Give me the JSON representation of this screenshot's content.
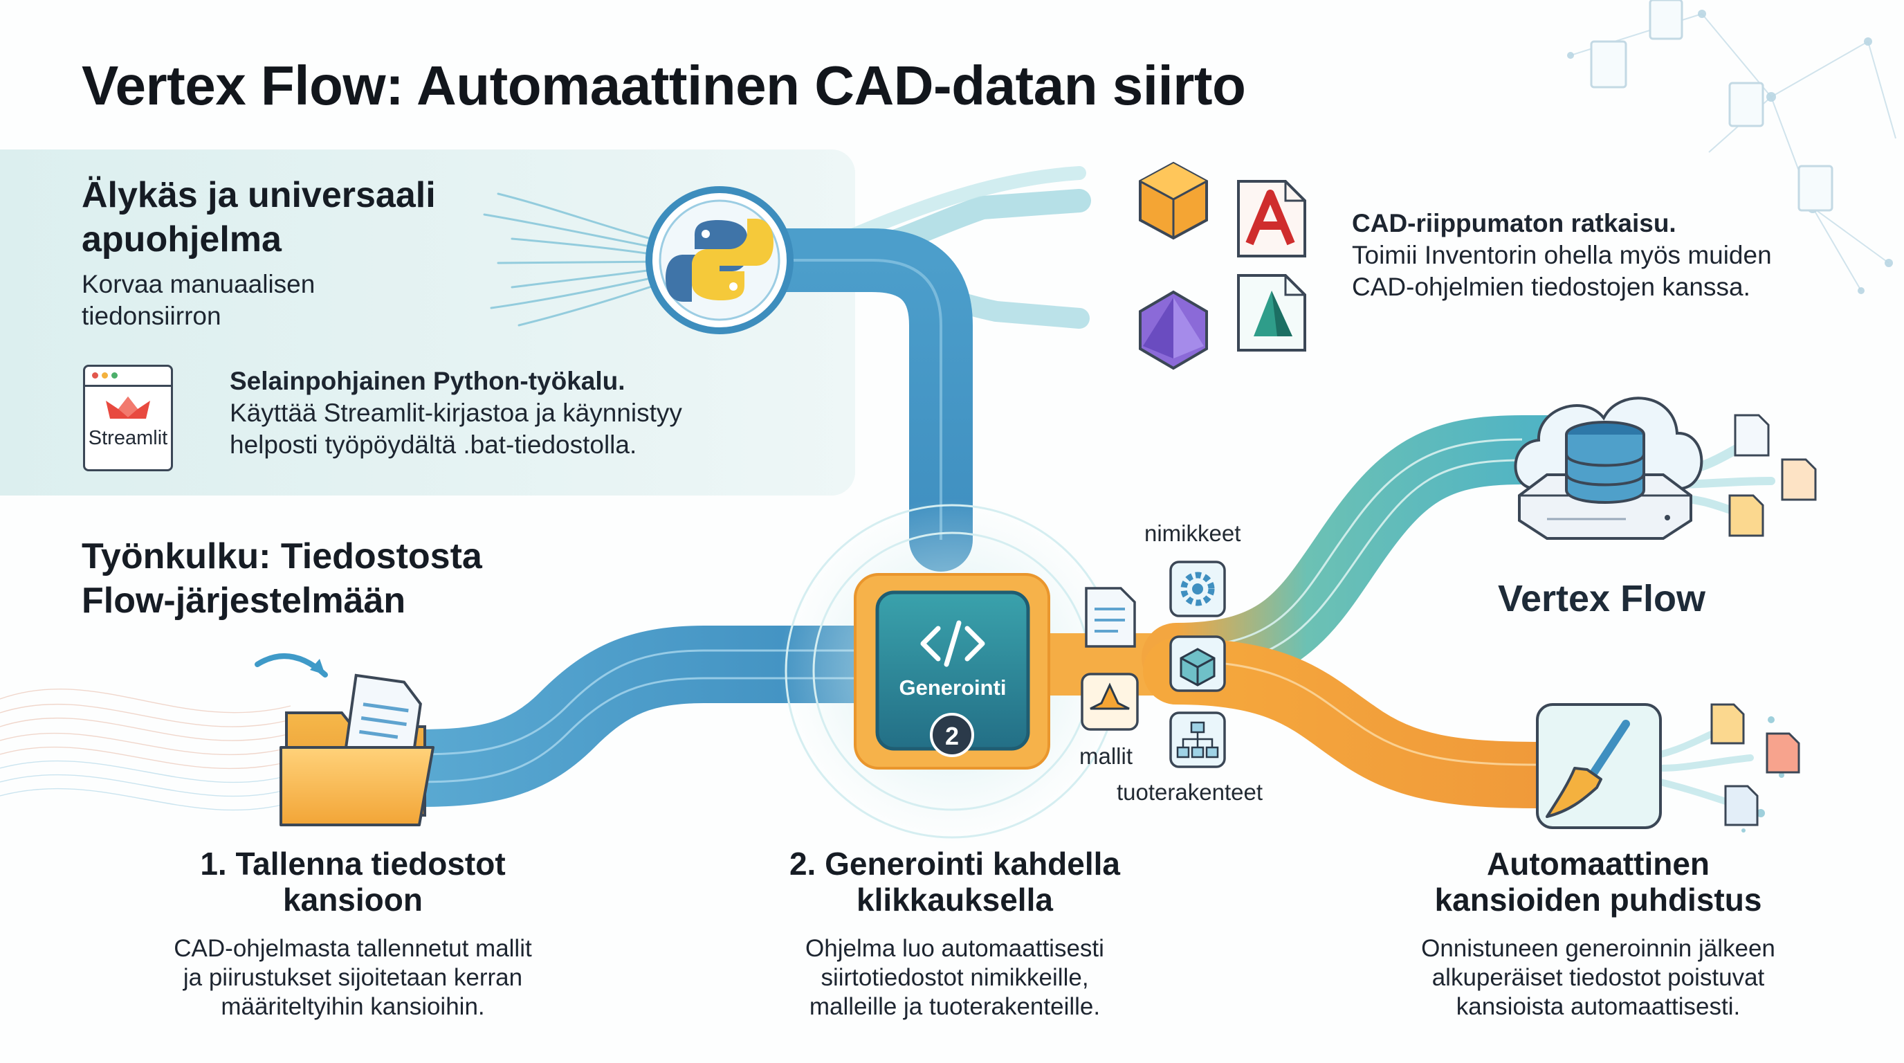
{
  "title": "Vertex Flow: Automaattinen CAD-datan siirto",
  "intro": {
    "heading": "Älykäs ja universaali apuohjelma",
    "heading_line1": "Älykäs ja universaali",
    "heading_line2": "apuohjelma",
    "body_line1": "Korvaa manuaalisen",
    "body_line2": "tiedonsiirron"
  },
  "streamlit": {
    "logo_text": "Streamlit",
    "heading": "Selainpohjainen Python-työkalu.",
    "body_line1": "Käyttää Streamlit-kirjastoa ja käynnistyy",
    "body_line2": "helposti työpöydältä .bat-tiedostolla."
  },
  "workflow": {
    "heading_line1": "Työnkulku: Tiedostosta",
    "heading_line2": "Flow-järjestelmään"
  },
  "cad": {
    "heading": "CAD-riippumaton ratkaisu.",
    "body_line1": "Toimii Inventorin ohella myös muiden",
    "body_line2": "CAD-ohjelmien tiedostojen kanssa."
  },
  "generator": {
    "label": "Generointi",
    "badge": "2",
    "outputs": [
      "nimikkeet",
      "mallit",
      "tuoterakenteet"
    ]
  },
  "server": {
    "label": "Vertex Flow"
  },
  "steps": [
    {
      "title_line1": "1. Tallenna tiedostot",
      "title_line2": "kansioon",
      "body_lines": [
        "CAD-ohjelmasta tallennetut mallit",
        "ja piirustukset sijoitetaan kerran",
        "määriteltyihin kansioihin."
      ]
    },
    {
      "title_line1": "2. Generointi kahdella",
      "title_line2": "klikkauksella",
      "body_lines": [
        "Ohjelma luo automaattisesti",
        "siirtotiedostot nimikkeille,",
        "malleille ja tuoterakenteille."
      ]
    },
    {
      "title_line1": "Automaattinen",
      "title_line2": "kansioiden puhdistus",
      "body_lines": [
        "Onnistuneen generoinnin jälkeen",
        "alkuperäiset tiedostot poistuvat",
        "kansioista automaattisesti."
      ]
    }
  ],
  "colors": {
    "pipe_blue": "#4a9fcb",
    "pipe_teal": "#5cc0bd",
    "pipe_orange": "#f2a03c",
    "generator_teal": "#2f8f9d",
    "generator_frame": "#f5b046"
  }
}
